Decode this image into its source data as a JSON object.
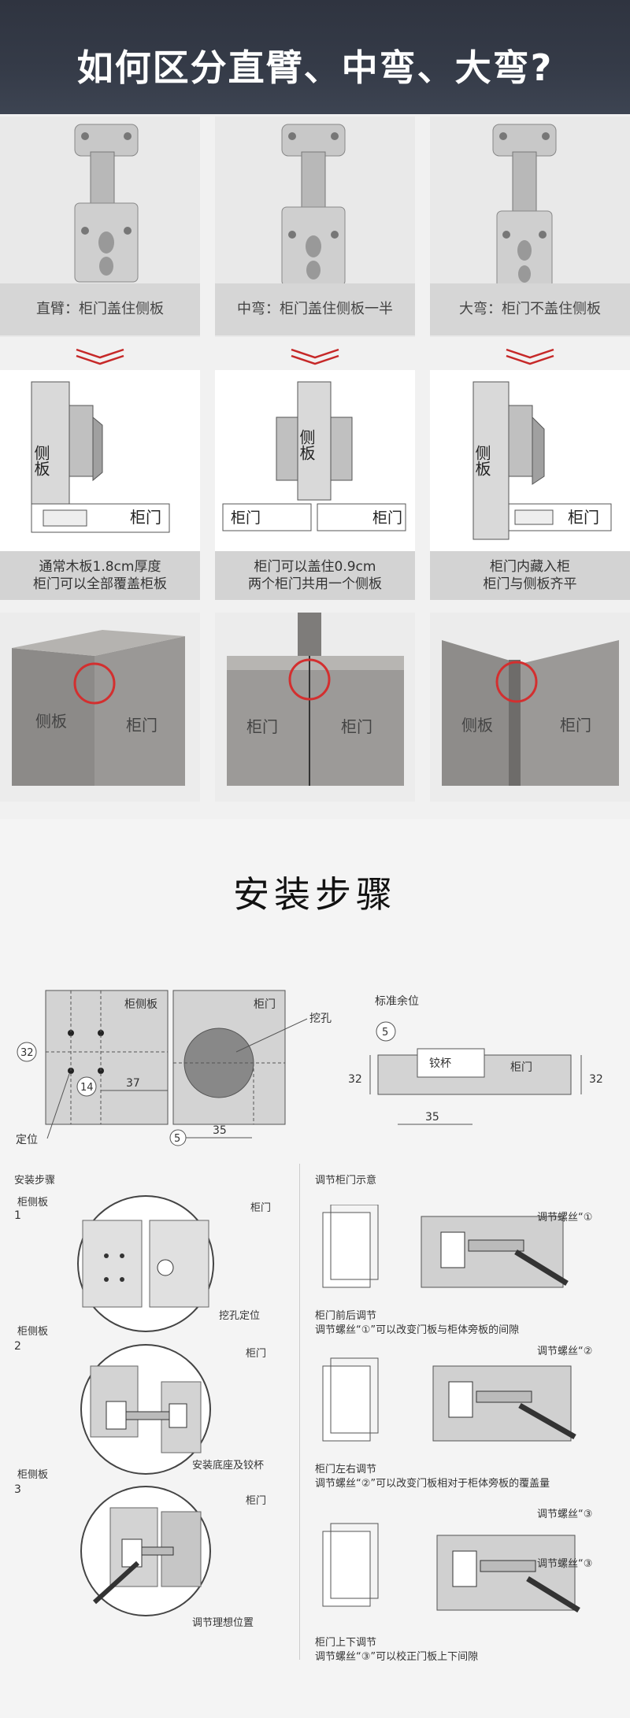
{
  "header": {
    "title": "如何区分直臂、中弯、大弯?"
  },
  "columns": [
    {
      "hinge_label": "直臂：柜门盖住侧板",
      "side_text": "侧板",
      "door_text": "柜门",
      "note_line1": "通常木板1.8cm厚度",
      "note_line2": "柜门可以全部覆盖柜板",
      "wood_left": "侧板",
      "wood_right": "柜门"
    },
    {
      "hinge_label": "中弯：柜门盖住侧板一半",
      "side_text": "侧板",
      "door_text": "柜门",
      "note_line1": "柜门可以盖住0.9cm",
      "note_line2": "两个柜门共用一个侧板",
      "wood_left": "柜门",
      "wood_right": "柜门"
    },
    {
      "hinge_label": "大弯：柜门不盖住侧板",
      "side_text": "侧板",
      "door_text": "柜门",
      "note_line1": "柜门内藏入柜",
      "note_line2": "柜门与侧板齐平",
      "wood_left": "侧板",
      "wood_right": "柜门"
    }
  ],
  "install": {
    "title": "安装步骤",
    "top_diagram": {
      "side_panel": "柜侧板",
      "door": "柜门",
      "hole": "挖孔",
      "margin": "标准余位",
      "cup": "铰杯",
      "door2": "柜门",
      "locate": "定位",
      "dim_32": "32",
      "dim_14": "14",
      "dim_37": "37",
      "dim_5": "5",
      "dim_35": "35",
      "dim_5b": "5",
      "dim_32b": "32",
      "dim_32c": "32",
      "dim_35b": "35"
    },
    "steps": {
      "heading": "安装步骤",
      "s1_num": "1",
      "s1_side": "柜侧板",
      "s1_door": "柜门",
      "s1_caption": "挖孔定位",
      "s2_num": "2",
      "s2_side": "柜侧板",
      "s2_door": "柜门",
      "s2_caption": "安装底座及铰杯",
      "s3_num": "3",
      "s3_side": "柜侧板",
      "s3_door": "柜门",
      "s3_caption": "调节理想位置"
    },
    "adjust": {
      "heading": "调节柜门示意",
      "a1_title": "柜门前后调节",
      "a1_desc": "调节螺丝“①”可以改变门板与柜体旁板的间隙",
      "a1_screw": "调节螺丝“①",
      "a2_title": "柜门左右调节",
      "a2_desc": "调节螺丝“②”可以改变门板相对于柜体旁板的覆盖量",
      "a2_screw": "调节螺丝“②",
      "a3_title": "柜门上下调节",
      "a3_desc": "调节螺丝“③”可以校正门板上下间隙",
      "a3_screw1": "调节螺丝“③",
      "a3_screw2": "调节螺丝“③"
    }
  }
}
